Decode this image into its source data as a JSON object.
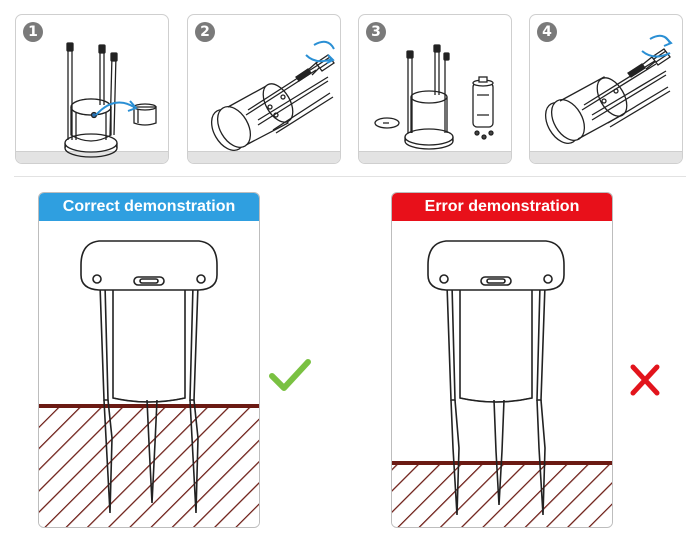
{
  "steps": [
    {
      "number": "1",
      "icon": "remove-cover-icon"
    },
    {
      "number": "2",
      "icon": "unscrew-screws-icon"
    },
    {
      "number": "3",
      "icon": "insert-battery-icon"
    },
    {
      "number": "4",
      "icon": "tighten-screws-icon"
    }
  ],
  "correct": {
    "title": "Correct demonstration",
    "color": "#2f9fe0",
    "mark": "check-mark-icon",
    "mark_color": "#7ac142"
  },
  "error": {
    "title": "Error demonstration",
    "color": "#e8101a",
    "mark": "cross-mark-icon",
    "mark_color": "#e2141c"
  },
  "soil_color": "#6b1a13"
}
